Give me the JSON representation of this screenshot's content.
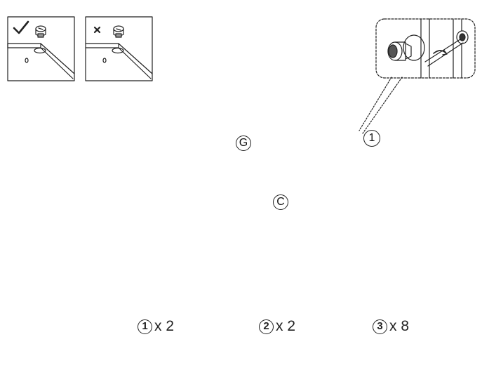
{
  "diagram": {
    "panels": {
      "upper": "G",
      "lower": "C"
    },
    "callout_step": "1",
    "hardware": [
      {
        "number": "1",
        "quantity": "x 2",
        "icon": "cam-lock-icon"
      },
      {
        "number": "2",
        "quantity": "x 2",
        "icon": "cam-bolt-icon"
      },
      {
        "number": "3",
        "quantity": "x 8",
        "icon": "wooden-dowel-icon"
      }
    ],
    "examples": [
      {
        "mark": "check-icon",
        "meaning": "correct"
      },
      {
        "mark": "cross-icon",
        "meaning": "incorrect"
      }
    ]
  }
}
